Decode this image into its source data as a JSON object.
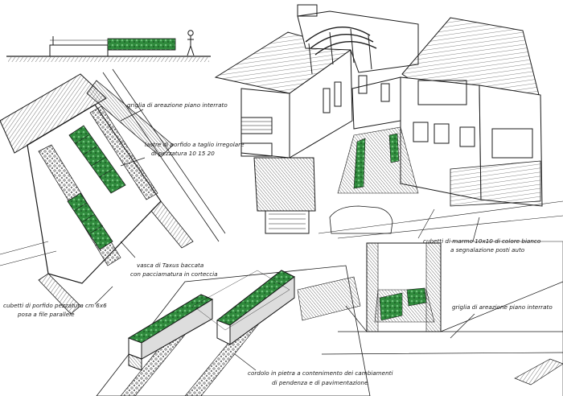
{
  "annotations": {
    "ventilation_grille_top": "griglia di areazione piano interrato",
    "porphyry_slabs_line1": "lastre di porfido a taglio irregolare",
    "porphyry_slabs_line2": "di pezzatura 10 15 20",
    "taxus_tank_line1": "vasca di Taxus baccata",
    "taxus_tank_line2": "con pacciamatura in corteccia",
    "porphyry_cubes_line1": "cubetti di porfido pezzatura cm 6x6",
    "porphyry_cubes_line2": "posa a file parallele",
    "marble_cubes_line1": "cubetti di marmo 10x10 di colore bianco",
    "marble_cubes_line2": "a segnalazione posti auto",
    "ventilation_grille_right": "griglia di areazione piano interrato",
    "stone_curb_line1": "cordolo in pietra a contenimento dei cambiamenti",
    "stone_curb_line2": "di pendenza e di pavimentazione"
  },
  "colors": {
    "ink": "#1a1a1a",
    "hatch": "#444444",
    "hedge_green": "#2f8a3c",
    "hedge_light": "#6fc07a",
    "paper": "#ffffff"
  }
}
